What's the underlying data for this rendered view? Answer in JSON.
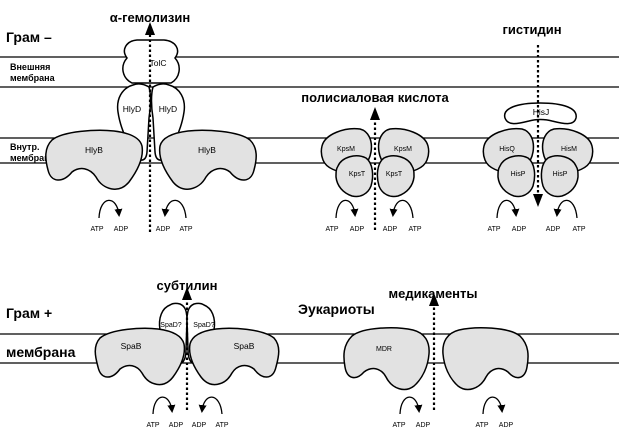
{
  "top": {
    "group_label": "Грам –",
    "outer_membrane_label_1": "Внешняя",
    "outer_membrane_label_2": "мембрана",
    "inner_membrane_label_1": "Внутр.",
    "inner_membrane_label_2": "мембрана",
    "hemolysin": {
      "substrate": "α-гемолизин",
      "tolc": "TolC",
      "hlyd_left": "HlyD",
      "hlyd_right": "HlyD",
      "hlyb_left": "HlyB",
      "hlyb_right": "HlyB",
      "atp_left": "ATP",
      "adp_left": "ADP",
      "adp_right": "ADP",
      "atp_right": "ATP"
    },
    "polysialic": {
      "substrate": "полисиаловая кислота",
      "kpsm_left": "KpsM",
      "kpsm_right": "KpsM",
      "kpst_left": "KpsT",
      "kpst_right": "KpsT",
      "atp_left": "ATP",
      "adp_left": "ADP",
      "adp_right": "ADP",
      "atp_right": "ATP"
    },
    "histidine": {
      "substrate": "гистидин",
      "hisj": "HisJ",
      "hisq": "HisQ",
      "hism": "HisM",
      "hisp_left": "HisP",
      "hisp_right": "HisP",
      "atp_left": "ATP",
      "adp_left": "ADP",
      "adp_right": "ADP",
      "atp_right": "ATP"
    }
  },
  "bottom": {
    "group_label": "Грам +",
    "membrane_label": "мембрана",
    "subtilin": {
      "substrate": "субтилин",
      "spad_left": "SpaD?",
      "spad_right": "SpaD?",
      "spab_left": "SpaB",
      "spab_right": "SpaB",
      "atp_left": "ATP",
      "adp_left": "ADP",
      "adp_right": "ADP",
      "atp_right": "ATP"
    },
    "eukaryote_label": "Эукариоты",
    "mdr": {
      "substrate": "медикаменты",
      "mdr_label": "MDR",
      "atp_left": "ATP",
      "adp_left": "ADP",
      "atp_right": "ATP",
      "adp_right": "ADP"
    }
  }
}
